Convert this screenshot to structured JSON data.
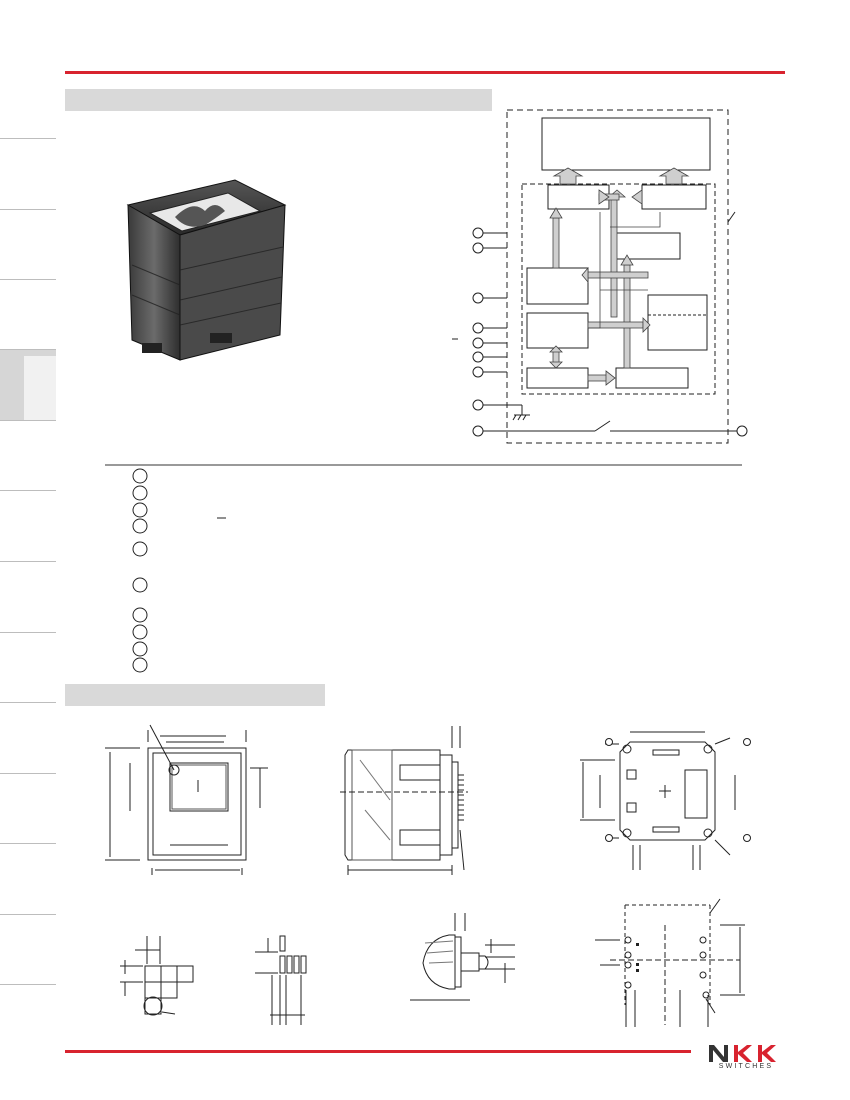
{
  "brand": {
    "logo_text": "NKK",
    "tagline": "SWITCHES",
    "accent_color": "#d8232f",
    "logo_k_color": "#d8232f"
  },
  "colors": {
    "section_bar": "#d9d9d9",
    "arrow_fill": "#cfcfcf",
    "line": "#222222"
  },
  "block_diagram": {
    "circle_markers": 10,
    "ground_symbol": "ground-icon",
    "switch_symbol": "switch-contact"
  },
  "legend": {
    "rows": 10
  },
  "icons": [
    "pcb-footprint",
    "mounting-hole-circle",
    "ground-icon",
    "switch-contact"
  ]
}
